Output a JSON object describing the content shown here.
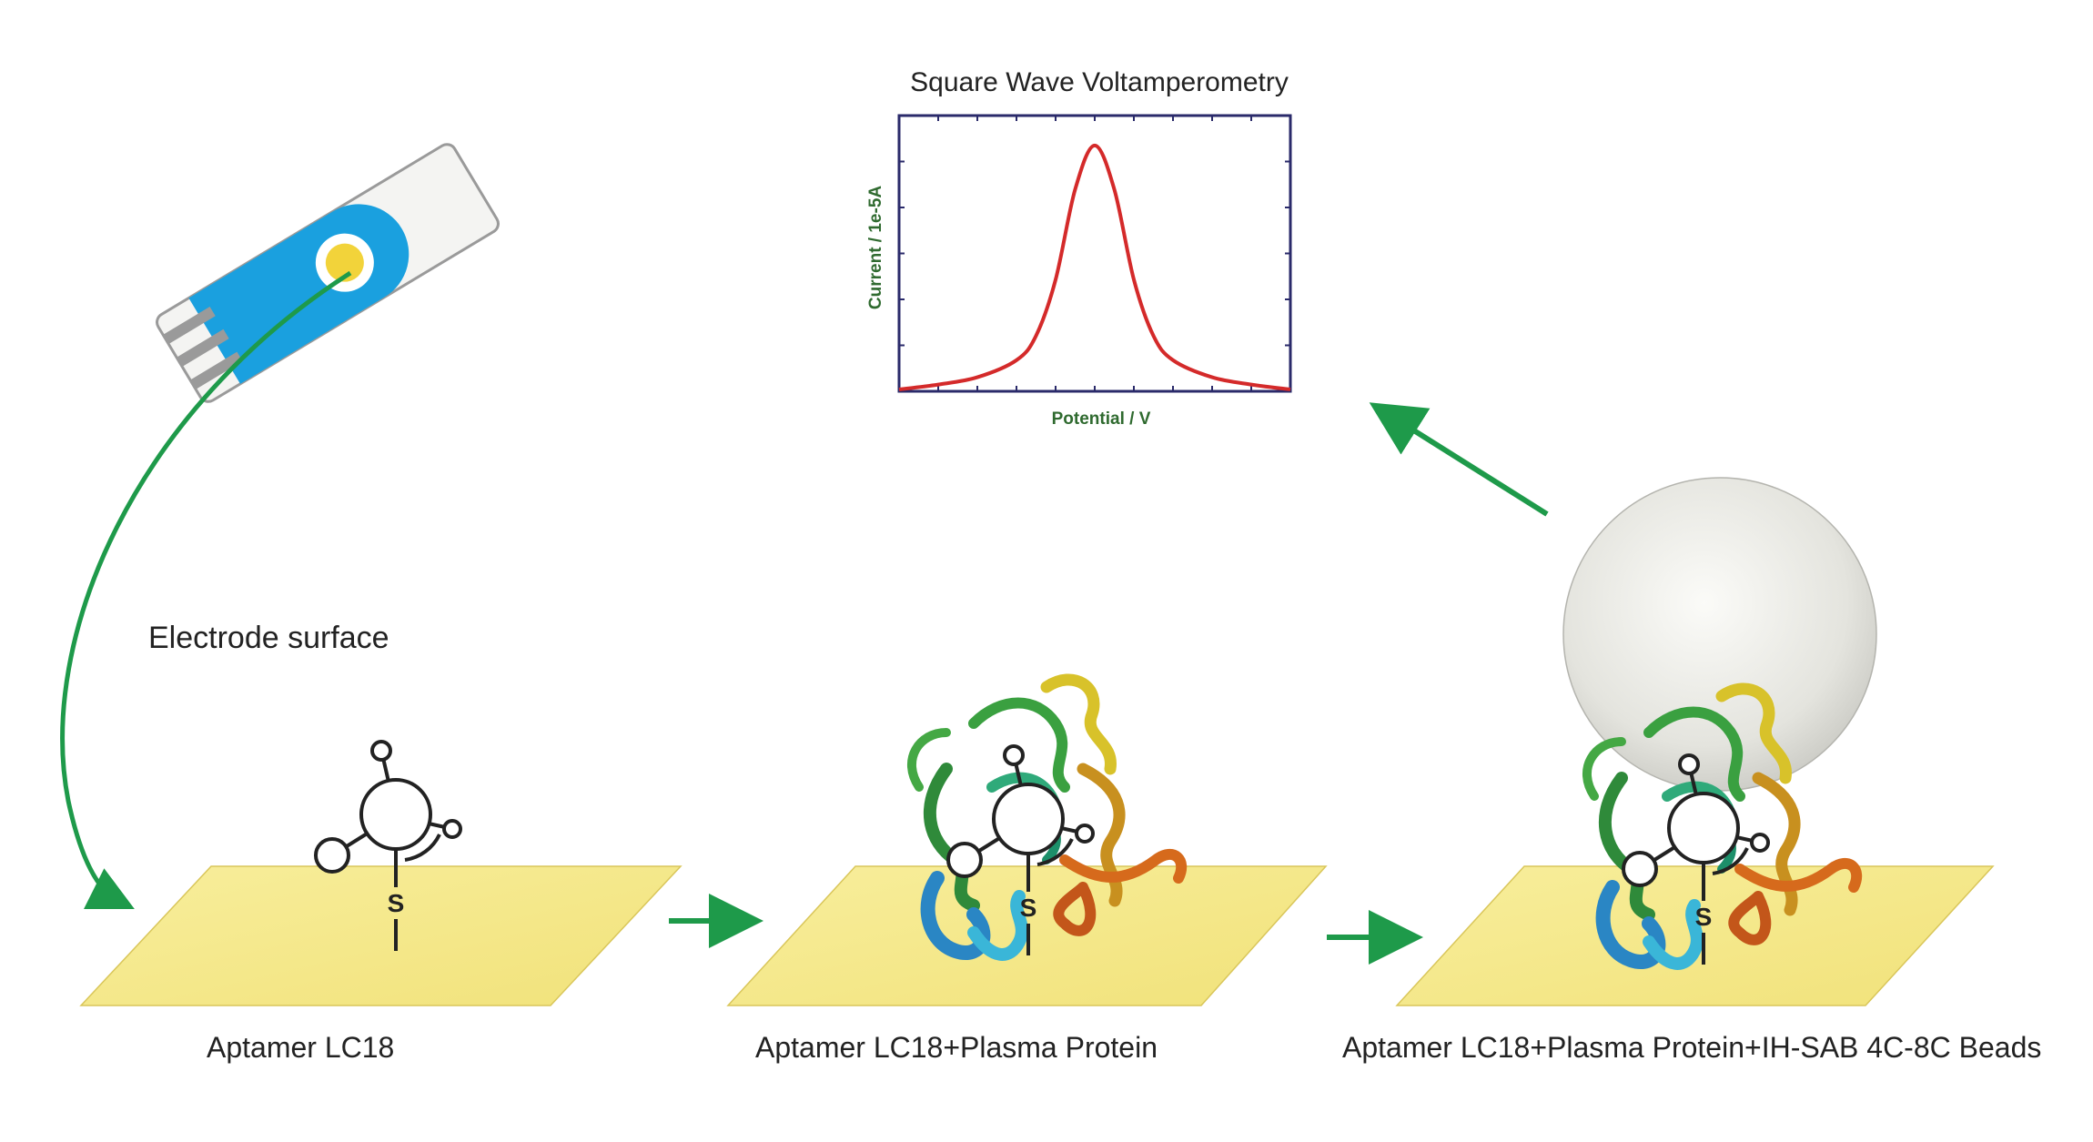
{
  "chart": {
    "title": "Square Wave Voltamperometry",
    "xlabel": "Potential / V",
    "ylabel": "Current / 1e-5A"
  },
  "chart_data": {
    "type": "line",
    "title": "Square Wave Voltamperometry",
    "xlabel": "Potential / V",
    "ylabel": "Current / 1e-5A",
    "grid": false,
    "x": [
      0.0,
      0.1,
      0.2,
      0.3,
      0.35,
      0.4,
      0.45,
      0.5,
      0.55,
      0.6,
      0.65,
      0.7,
      0.8,
      0.9,
      1.0
    ],
    "series": [
      {
        "values": [
          0.0,
          0.02,
          0.05,
          0.12,
          0.22,
          0.45,
          0.82,
          1.0,
          0.82,
          0.45,
          0.22,
          0.12,
          0.05,
          0.02,
          0.0
        ]
      }
    ],
    "ylim": [
      0,
      1.1
    ],
    "xlim": [
      0,
      1.0
    ],
    "colors": {
      "line": "#d42a2a",
      "axis_labels": "#2f6a2f",
      "frame": "#2a2a6a"
    }
  },
  "labels": {
    "electrode_surface": "Electrode surface",
    "step1": "Aptamer LC18",
    "step2": "Aptamer LC18+Plasma Protein",
    "step3": "Aptamer LC18+Plasma Protein+IH-SAB 4C-8C Beads",
    "sulfur": "S"
  },
  "colors": {
    "arrow": "#1e9a4a",
    "gold_surface": "#f6e98a",
    "strip_blue": "#1aa0df",
    "electrode_gold": "#f2d33a",
    "bead": "#e6e6e0"
  }
}
